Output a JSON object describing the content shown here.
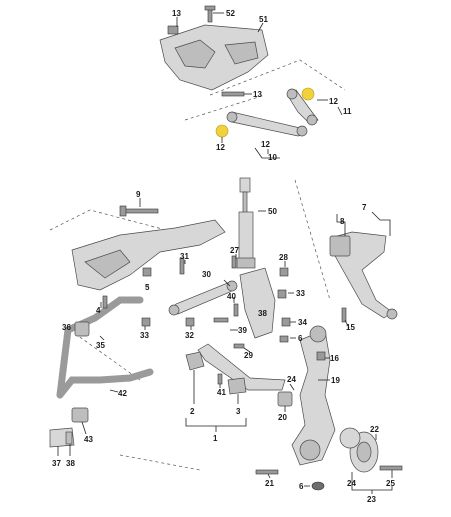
{
  "labels": {
    "l1": "1",
    "l2": "2",
    "l3": "3",
    "l5": "5",
    "l6": "6",
    "l7": "7",
    "l8": "8",
    "l9": "9",
    "l10": "10",
    "l11": "11",
    "l12a": "12",
    "l12b": "12",
    "l12c": "12",
    "l13a": "13",
    "l13b": "13",
    "l15": "15",
    "l16": "16",
    "l19": "19",
    "l20": "20",
    "l21": "21",
    "l22": "22",
    "l23": "23",
    "l24a": "24",
    "l24b": "24",
    "l25": "25",
    "l27": "27",
    "l28": "28",
    "l29": "29",
    "l30": "30",
    "l31": "31",
    "l32": "32",
    "l33a": "33",
    "l33b": "33",
    "l34": "34",
    "l35": "35",
    "l36": "36",
    "l37": "37",
    "l38": "38",
    "l39": "39",
    "l40": "40",
    "l41": "41",
    "l42": "42",
    "l43": "43",
    "l50": "50",
    "l51": "51",
    "l52": "52"
  },
  "colors": {
    "highlight": "#f2d23c",
    "part": "#d7d7d7",
    "line": "#222222"
  }
}
